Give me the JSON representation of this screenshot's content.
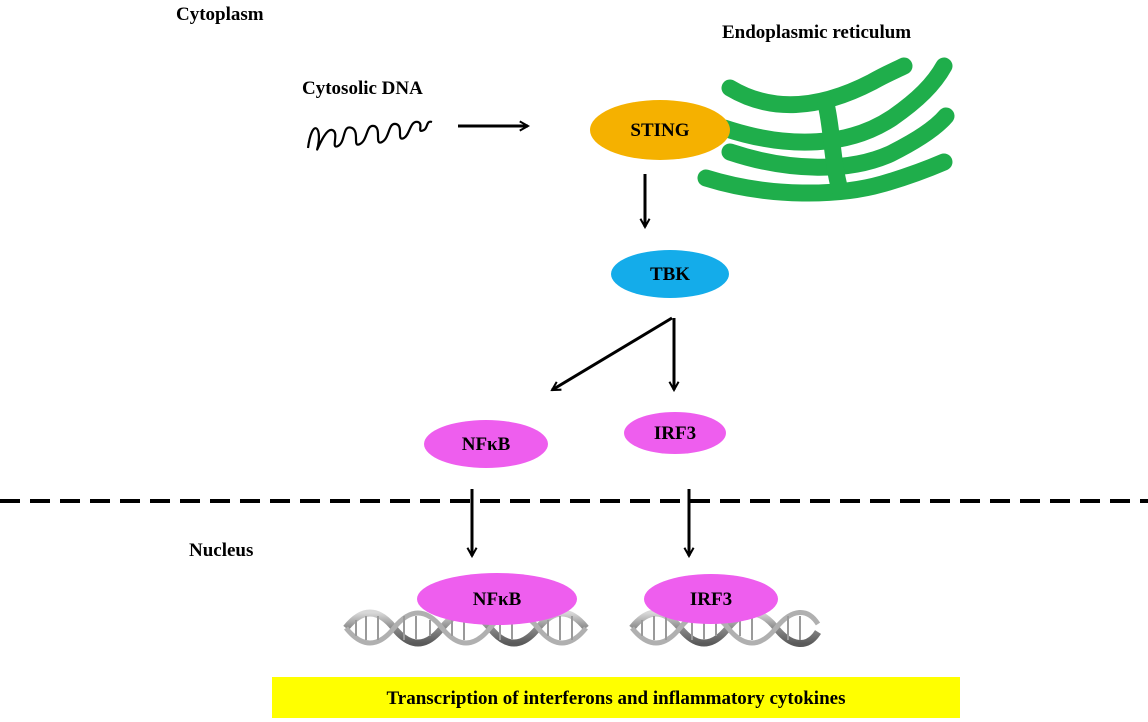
{
  "regions": {
    "cytoplasm": "Cytoplasm",
    "nucleus": "Nucleus"
  },
  "labels": {
    "cytosolic_dna": "Cytosolic DNA",
    "endoplasmic_reticulum": "Endoplasmic reticulum"
  },
  "nodes": {
    "sting": "STING",
    "tbk": "TBK",
    "nfkb": "NFκB",
    "irf3": "IRF3",
    "nfkb_nuclear": "NFκB",
    "irf3_nuclear": "IRF3"
  },
  "banner": "Transcription of interferons and inflammatory cytokines",
  "colors": {
    "sting": "#F5B100",
    "tbk": "#14ACEA",
    "transcription_factor": "#EE5EEE",
    "er": "#1FAE4B",
    "banner": "#FFFF00",
    "dna_strand": "#9A9A9A"
  }
}
